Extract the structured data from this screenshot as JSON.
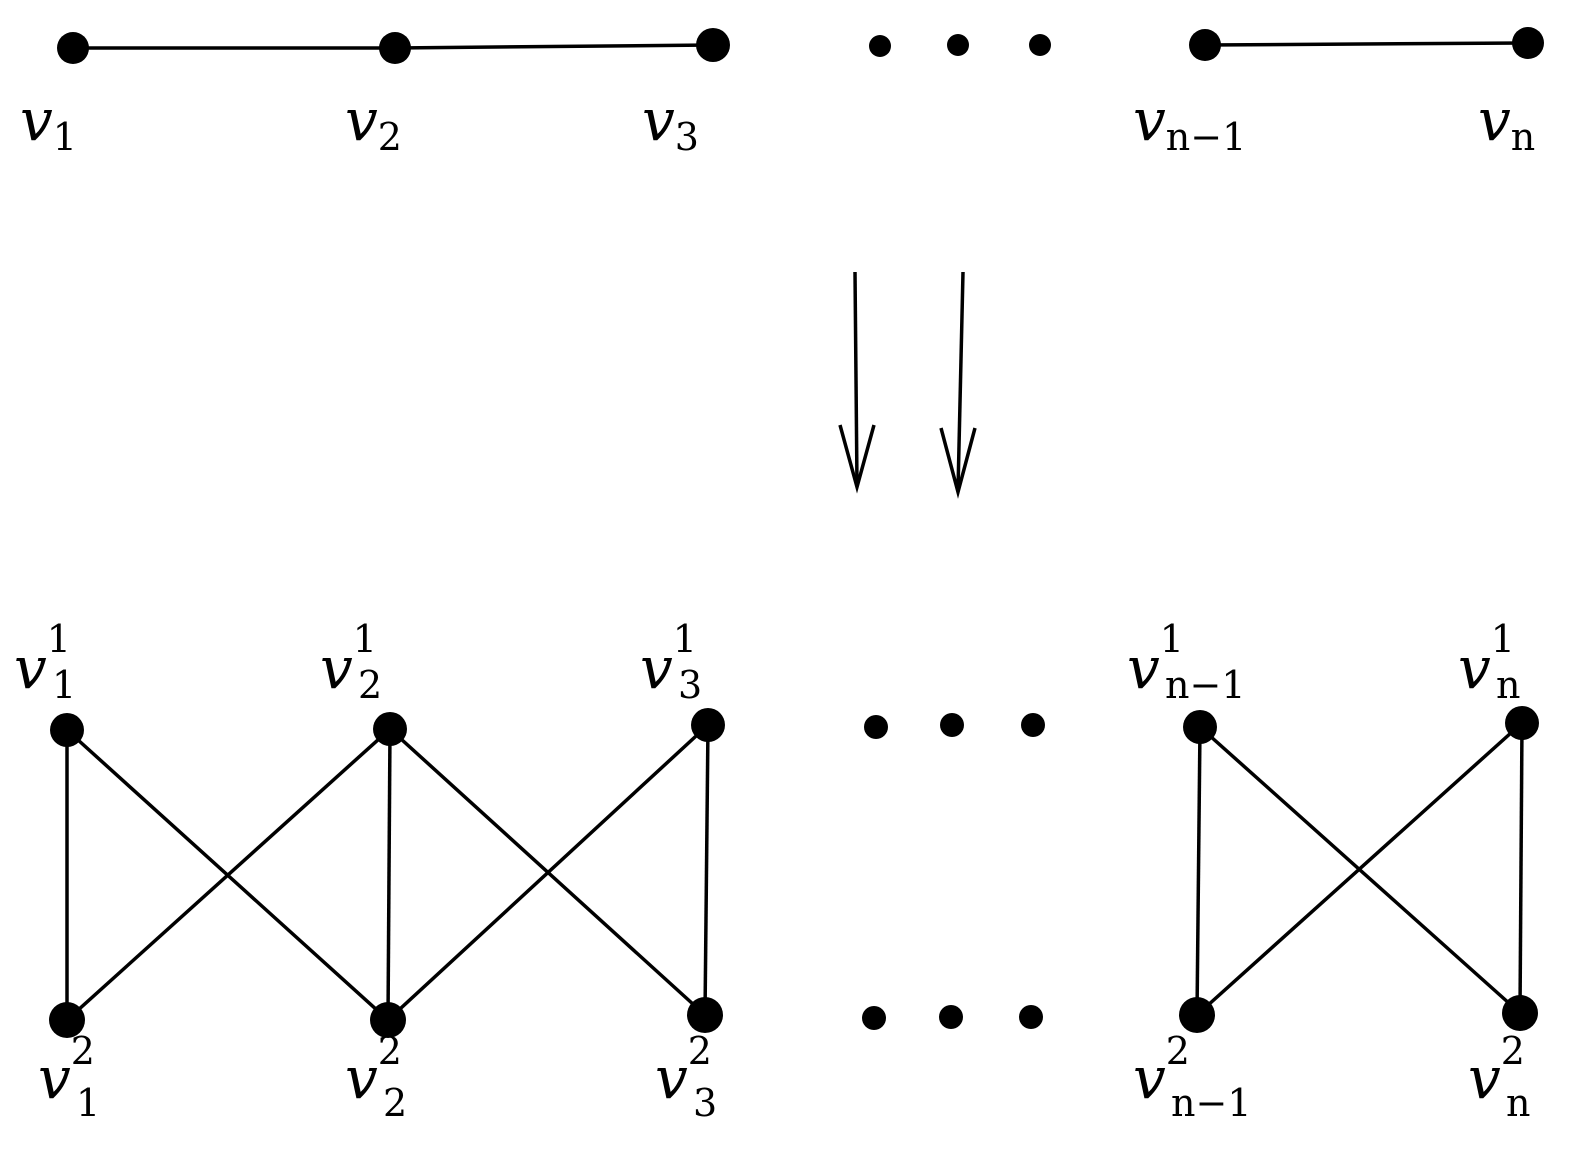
{
  "top_path": {
    "labels": [
      {
        "base": "v",
        "sub": "1",
        "sup": ""
      },
      {
        "base": "v",
        "sub": "2",
        "sup": ""
      },
      {
        "base": "v",
        "sub": "3",
        "sup": ""
      },
      {
        "base": "v",
        "sub": "n−1",
        "sup": ""
      },
      {
        "base": "v",
        "sub": "n",
        "sup": ""
      }
    ]
  },
  "bottom_graph": {
    "top_labels": [
      {
        "base": "v",
        "sub": "1",
        "sup": "1"
      },
      {
        "base": "v",
        "sub": "2",
        "sup": "1"
      },
      {
        "base": "v",
        "sub": "3",
        "sup": "1"
      },
      {
        "base": "v",
        "sub": "n−1",
        "sup": "1"
      },
      {
        "base": "v",
        "sub": "n",
        "sup": "1"
      }
    ],
    "bottom_labels": [
      {
        "base": "v",
        "sub": "1",
        "sup": "2"
      },
      {
        "base": "v",
        "sub": "2",
        "sup": "2"
      },
      {
        "base": "v",
        "sub": "3",
        "sup": "2"
      },
      {
        "base": "v",
        "sub": "n−1",
        "sup": "2"
      },
      {
        "base": "v",
        "sub": "n",
        "sup": "2"
      }
    ]
  }
}
